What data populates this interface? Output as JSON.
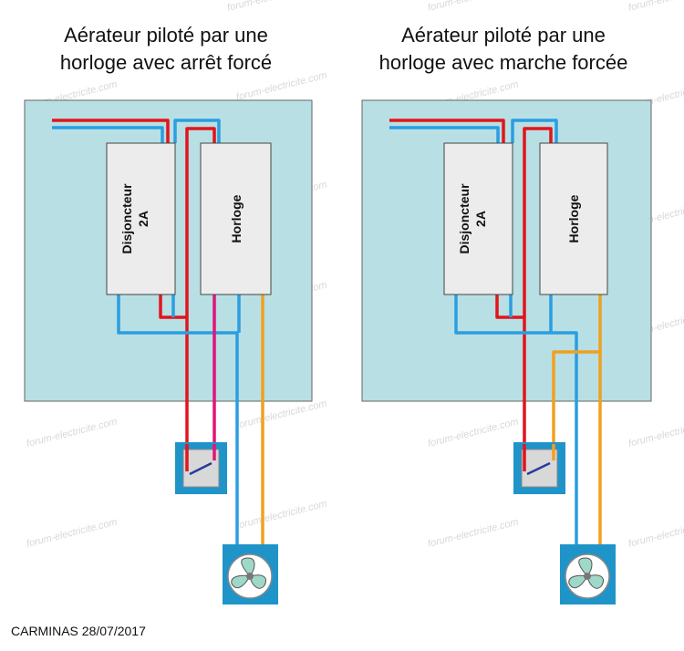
{
  "titles": {
    "left": [
      "Aérateur piloté par une",
      "horloge avec arrêt forcé"
    ],
    "right": [
      "Aérateur piloté par une",
      "horloge avec marche forcée"
    ]
  },
  "labels": {
    "breaker_line1": "Disjoncteur",
    "breaker_line2": "2A",
    "clock": "Horloge"
  },
  "watermark": "forum-electricite.com",
  "footer": "CARMINAS 28/07/2017",
  "colors": {
    "panel": "#b8dfe4",
    "module": "#ececec",
    "phase": "#e3141b",
    "neutral": "#2a9ee0",
    "clock_output": "#f0a020",
    "switched": "#e0157a",
    "device": "#1f94c8"
  },
  "icons": [
    "switch-icon",
    "fan-icon"
  ]
}
